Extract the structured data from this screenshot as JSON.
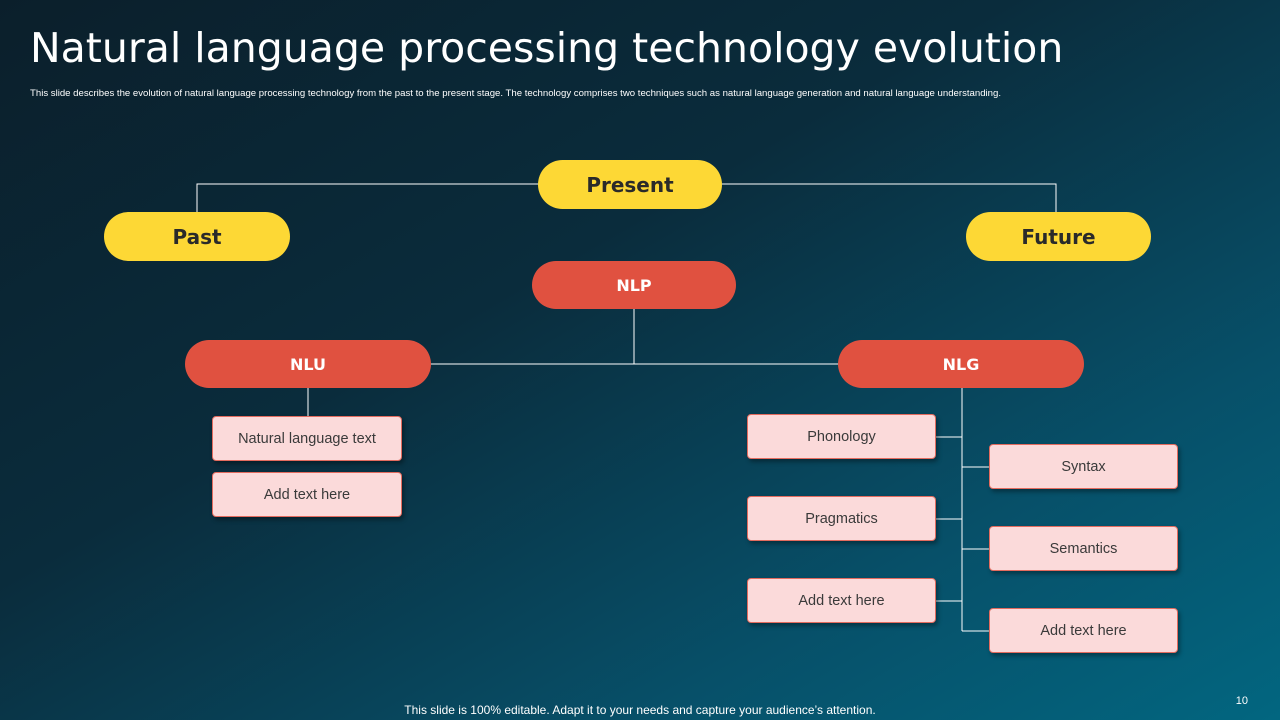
{
  "title": "Natural language processing technology evolution",
  "subtitle": "This slide describes the evolution of natural language processing technology from the past to the present stage. The technology comprises two techniques such as natural language generation and natural language understanding.",
  "timeline": {
    "present": "Present",
    "past": "Past",
    "future": "Future"
  },
  "tree": {
    "root": "NLP",
    "nlu": {
      "label": "NLU",
      "items": [
        "Natural language text",
        "Add text here"
      ]
    },
    "nlg": {
      "label": "NLG",
      "left_items": [
        "Phonology",
        "Pragmatics",
        "Add text here"
      ],
      "right_items": [
        "Syntax",
        "Semantics",
        "Add text here"
      ]
    }
  },
  "footer": "This slide is 100% editable. Adapt it to your needs and capture your audience’s attention.",
  "page_number": "10",
  "colors": {
    "yellow": "#fdd835",
    "red": "#e05140",
    "box_fill": "#fbdada",
    "background": "#0a2c3c"
  }
}
